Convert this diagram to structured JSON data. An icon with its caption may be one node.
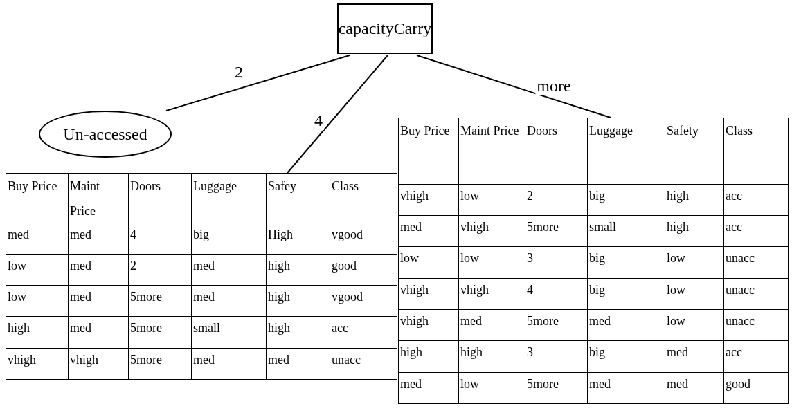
{
  "diagram": {
    "nodes": [
      {
        "text": [
          "capacityCarry"
        ]
      },
      {
        "text": [
          "Un-accessed"
        ]
      },
      {
        "text": [
          "Buy Price",
          "Maint Price",
          "Doors",
          "Luggage",
          "Safey",
          "Class",
          "med",
          "med",
          "4",
          "big",
          "High",
          "vgood",
          "low",
          "med",
          "2",
          "med",
          "high",
          "good",
          "low",
          "med",
          "5more",
          "med",
          "high",
          "vgood",
          "high",
          "med",
          "5more",
          "small",
          "high",
          "acc",
          "vhigh",
          "vhigh",
          "5more",
          "med",
          "med",
          "unacc"
        ]
      },
      {
        "text": [
          "Buy Price",
          "Maint Price",
          "Doors",
          "Luggage",
          "Safety",
          "Class",
          "vhigh",
          "low",
          "2",
          "big",
          "high",
          "acc",
          "med",
          "vhigh",
          "5more",
          "small",
          "high",
          "acc",
          "low",
          "low",
          "3",
          "big",
          "low",
          "unacc",
          "vhigh",
          "vhigh",
          "4",
          "big",
          "low",
          "unacc",
          "vhigh",
          "med",
          "5more",
          "med",
          "low",
          "unacc",
          "high",
          "high",
          "3",
          "big",
          "med",
          "acc",
          "med",
          "low",
          "5more",
          "med",
          "med",
          "good"
        ]
      }
    ],
    "edges": [
      {
        "from": 0,
        "to": 1,
        "arrow": "none",
        "label": "2"
      },
      {
        "from": 0,
        "to": 2,
        "arrow": "none",
        "label": "4"
      },
      {
        "from": 0,
        "to": 3,
        "arrow": "none",
        "label": "more"
      }
    ]
  }
}
